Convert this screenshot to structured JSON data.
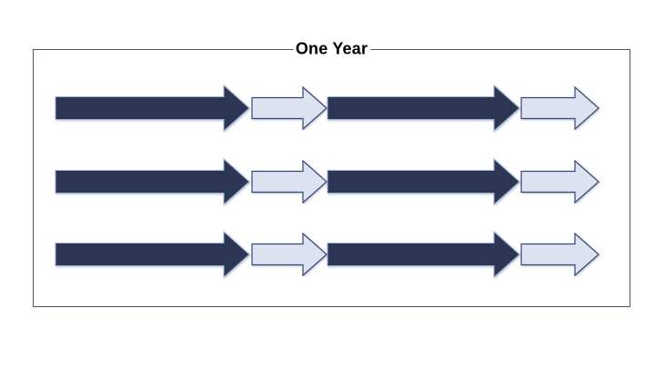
{
  "frame": {
    "title": "One Year",
    "border_color": "#44546A"
  },
  "colors": {
    "dark_arrow_fill": "#2C3552",
    "dark_arrow_stroke": "#9FB1D9",
    "light_arrow_fill": "#DCE2EF",
    "light_arrow_stroke": "#3A4875"
  },
  "rows": [
    {
      "segments": [
        "dark-long",
        "light-short",
        "dark-long",
        "light-short"
      ]
    },
    {
      "segments": [
        "dark-long",
        "light-short",
        "dark-long",
        "light-short"
      ]
    },
    {
      "segments": [
        "dark-long",
        "light-short",
        "dark-long",
        "light-short"
      ]
    }
  ]
}
